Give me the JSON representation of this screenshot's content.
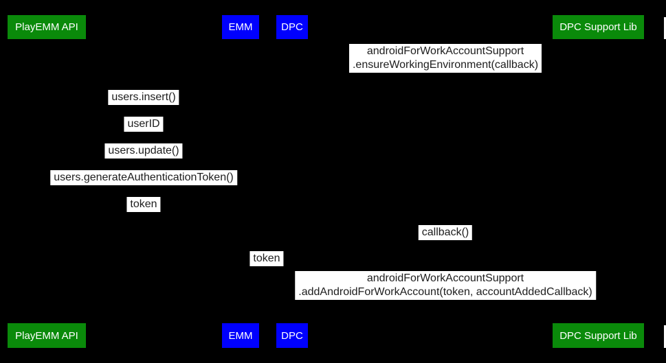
{
  "colors": {
    "background": "#000000",
    "participant_green": "#0a8a0a",
    "participant_blue": "#0000fe",
    "participant_text": "#ffffff",
    "message_background": "#ffffff",
    "message_text": "#1d1d1d"
  },
  "actors": [
    {
      "id": "playemm-api",
      "label": "PlayEMM API",
      "color": "green"
    },
    {
      "id": "emm",
      "label": "EMM",
      "color": "blue"
    },
    {
      "id": "dpc",
      "label": "DPC",
      "color": "blue"
    },
    {
      "id": "dpc-support-lib",
      "label": "DPC Support Lib",
      "color": "green"
    }
  ],
  "messages": {
    "ensure_working_environment": {
      "line1": "androidForWorkAccountSupport",
      "line2": ".ensureWorkingEnvironment(callback)"
    },
    "users_insert": "users.insert()",
    "user_id": "userID",
    "users_update": "users.update()",
    "users_generate_authentication_token": "users.generateAuthenticationToken()",
    "token_1": "token",
    "callback": "callback()",
    "token_2": "token",
    "add_android_for_work_account": {
      "line1": "androidForWorkAccountSupport",
      "line2": ".addAndroidForWorkAccount(token, accountAddedCallback)"
    }
  }
}
